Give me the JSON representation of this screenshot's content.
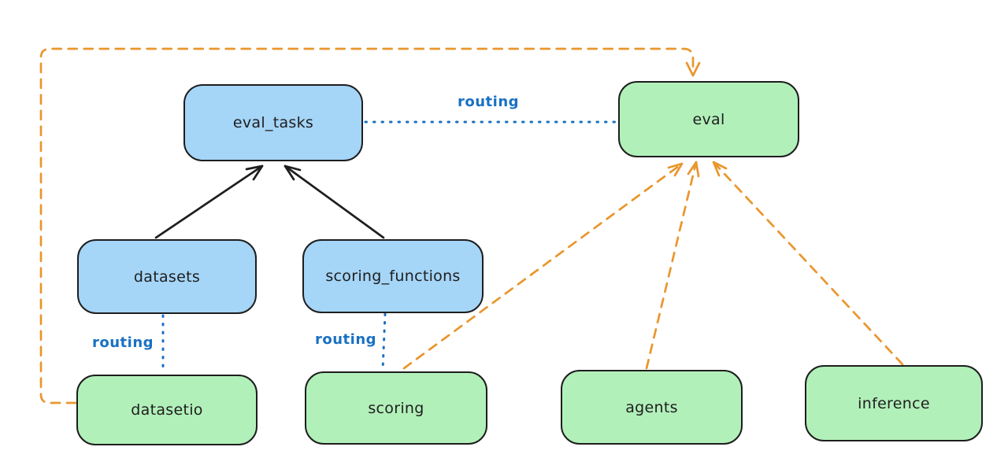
{
  "diagram": {
    "colors": {
      "background": "#ffffff",
      "blue_fill": "#a5d5f7",
      "green_fill": "#b2f0ba",
      "stroke": "#1e1e1e",
      "routing": "#1971c2",
      "orange": "#e9962d"
    },
    "nodes": [
      {
        "id": "eval_tasks",
        "label": "eval_tasks",
        "fill": "blue"
      },
      {
        "id": "eval",
        "label": "eval",
        "fill": "green"
      },
      {
        "id": "datasets",
        "label": "datasets",
        "fill": "blue"
      },
      {
        "id": "scoring_functions",
        "label": "scoring_functions",
        "fill": "blue"
      },
      {
        "id": "datasetio",
        "label": "datasetio",
        "fill": "green"
      },
      {
        "id": "scoring",
        "label": "scoring",
        "fill": "green"
      },
      {
        "id": "agents",
        "label": "agents",
        "fill": "green"
      },
      {
        "id": "inference",
        "label": "inference",
        "fill": "green"
      }
    ],
    "edges": [
      {
        "from": "datasets",
        "to": "eval_tasks",
        "style": "solid",
        "color": "#1e1e1e",
        "arrow": "to"
      },
      {
        "from": "scoring_functions",
        "to": "eval_tasks",
        "style": "solid",
        "color": "#1e1e1e",
        "arrow": "to"
      },
      {
        "from": "eval_tasks",
        "to": "eval",
        "style": "dotted",
        "color": "#1971c2",
        "label": "routing",
        "arrow": "none"
      },
      {
        "from": "datasets",
        "to": "datasetio",
        "style": "dotted",
        "color": "#1971c2",
        "label": "routing",
        "arrow": "none"
      },
      {
        "from": "scoring_functions",
        "to": "scoring",
        "style": "dotted",
        "color": "#1971c2",
        "label": "routing",
        "arrow": "none"
      },
      {
        "from": "datasetio",
        "to": "eval",
        "style": "dashed",
        "color": "#e9962d",
        "arrow": "to",
        "route": "left-edge-up-over-top"
      },
      {
        "from": "scoring",
        "to": "eval",
        "style": "dashed",
        "color": "#e9962d",
        "arrow": "to"
      },
      {
        "from": "agents",
        "to": "eval",
        "style": "dashed",
        "color": "#e9962d",
        "arrow": "to"
      },
      {
        "from": "inference",
        "to": "eval",
        "style": "dashed",
        "color": "#e9962d",
        "arrow": "to"
      }
    ]
  }
}
